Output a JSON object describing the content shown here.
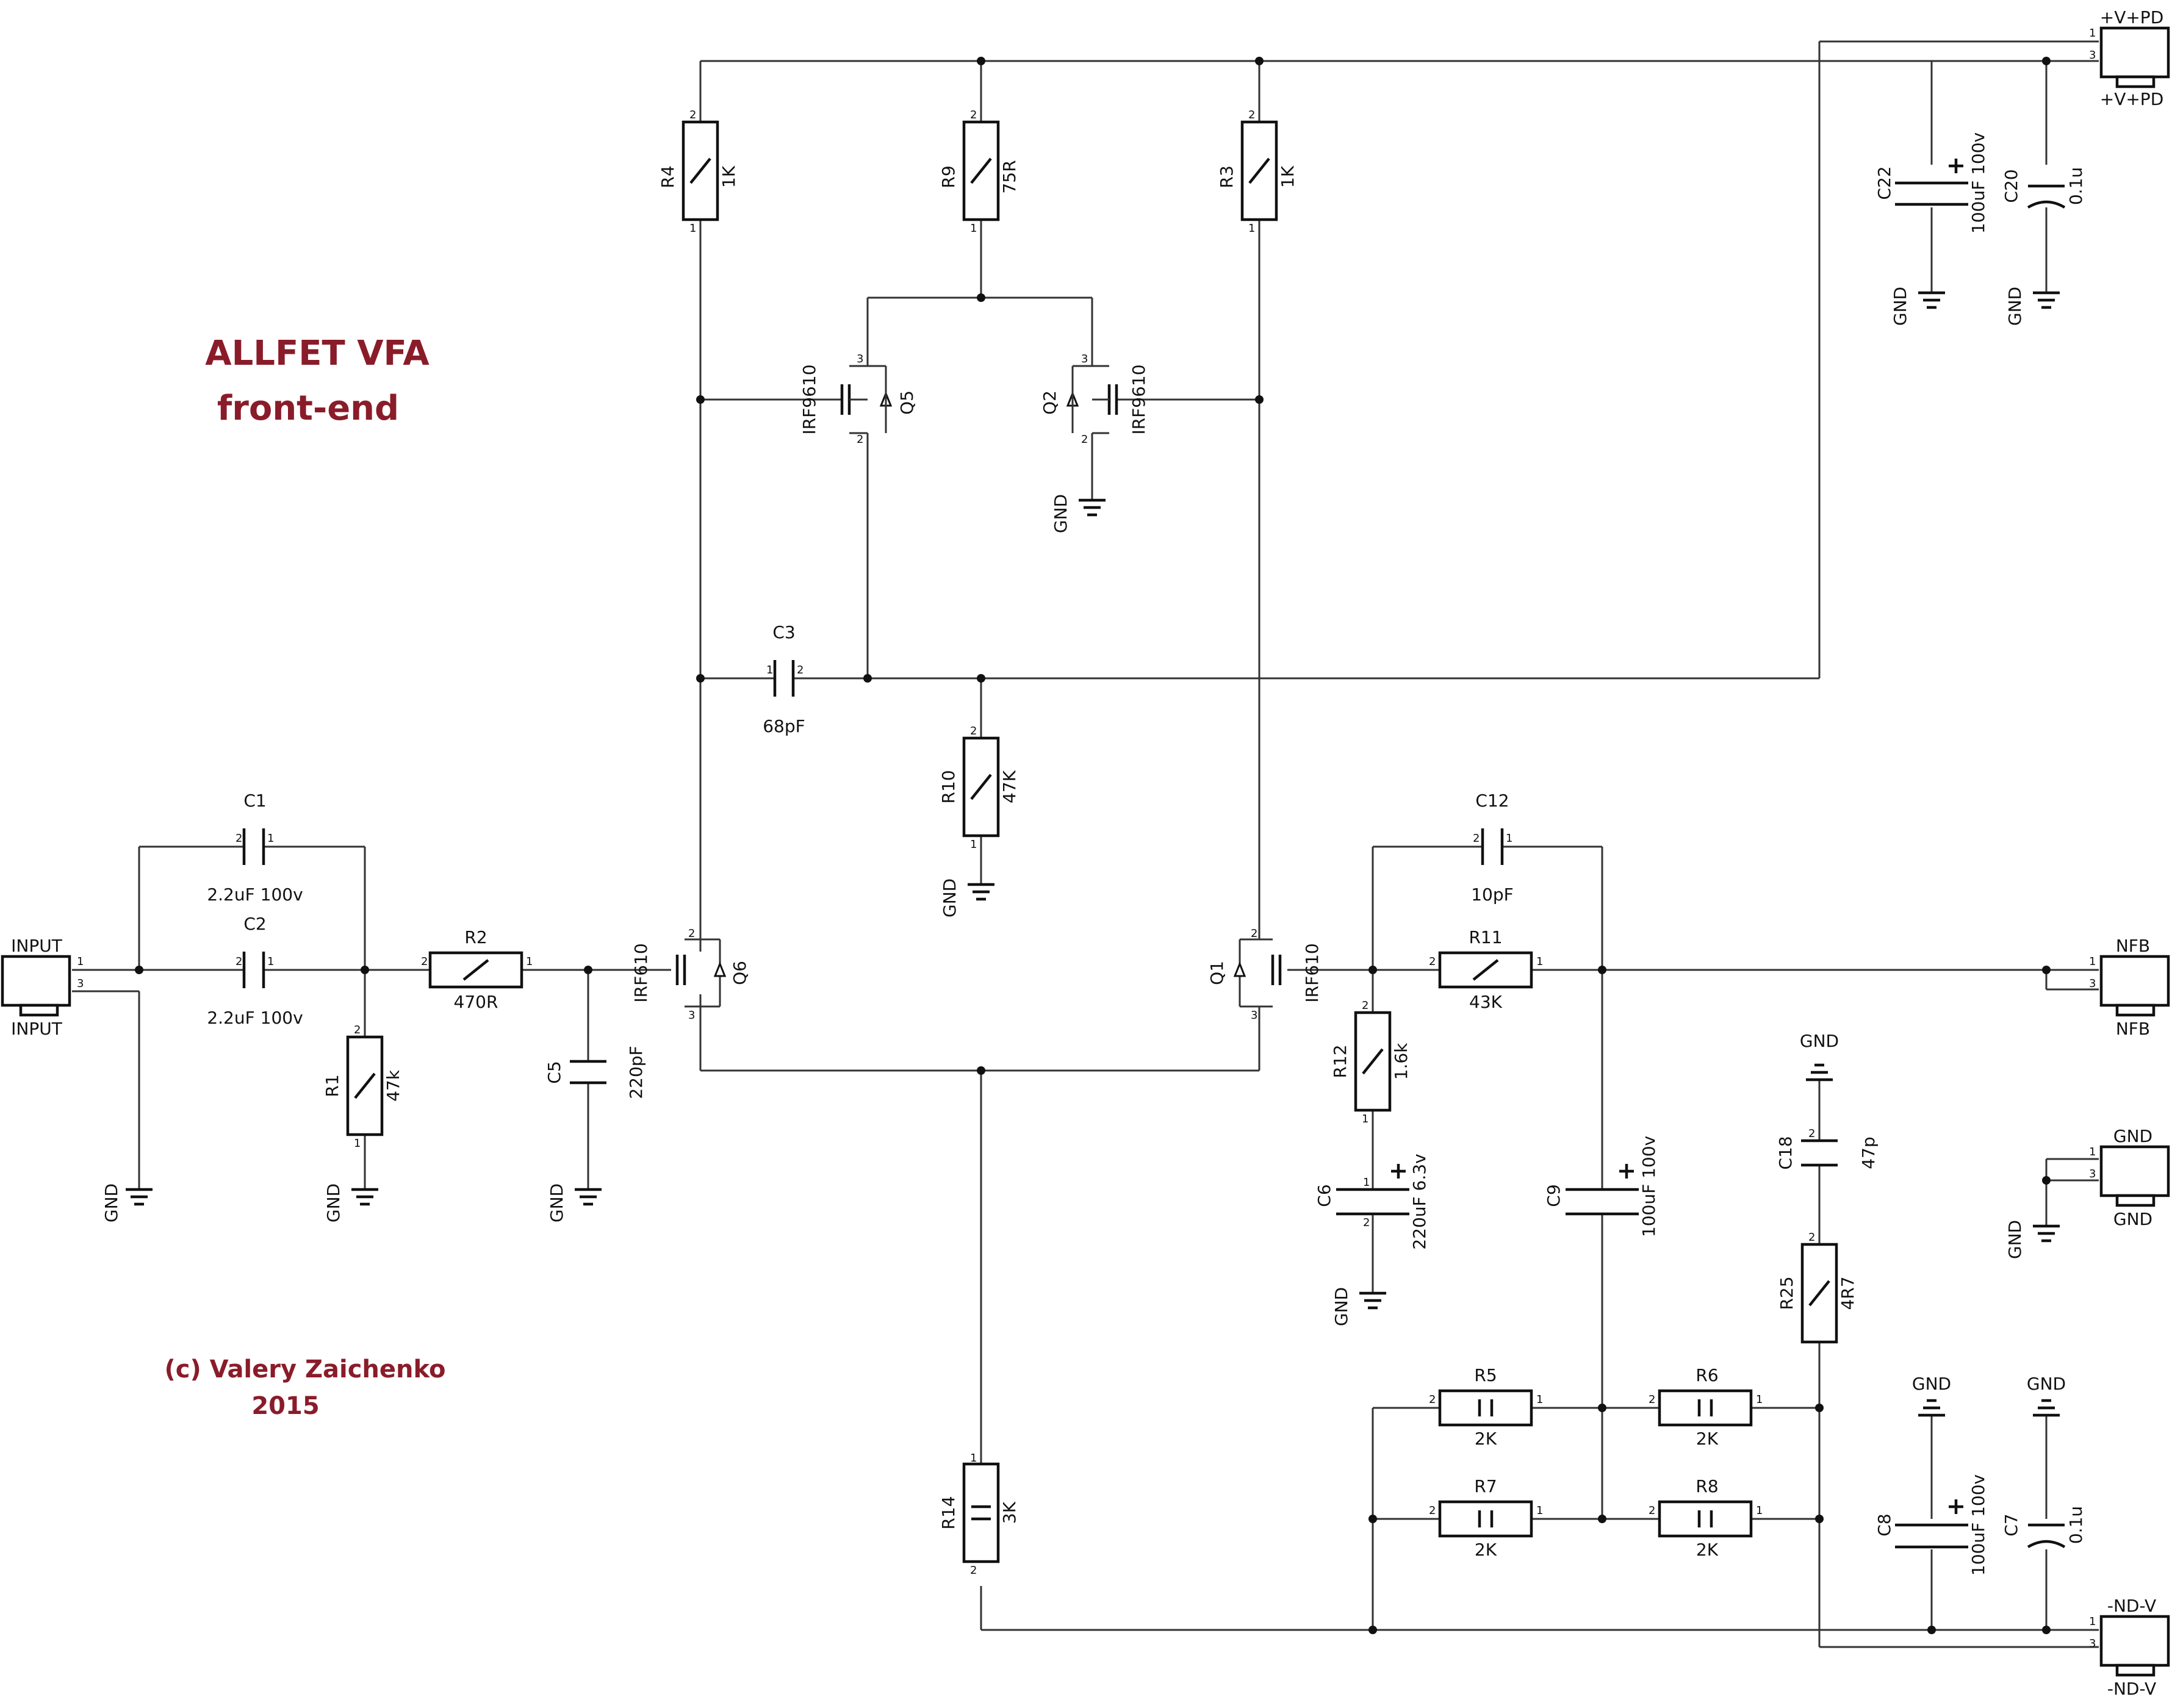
{
  "title": {
    "line1": "ALLFET VFA",
    "line2": "front-end"
  },
  "credit": {
    "line1": "(c) Valery Zaichenko",
    "line2": "2015"
  },
  "connectors": {
    "input": {
      "top": "INPUT",
      "bottom": "INPUT"
    },
    "vpd": {
      "top": "+V+PD",
      "bottom": "+V+PD"
    },
    "nfb": {
      "top": "NFB",
      "bottom": "NFB"
    },
    "gnd": {
      "top": "GND",
      "bottom": "GND"
    },
    "ndv": {
      "top": "-ND-V",
      "bottom": "-ND-V"
    }
  },
  "resistors": {
    "R1": {
      "ref": "R1",
      "value": "47k"
    },
    "R2": {
      "ref": "R2",
      "value": "470R"
    },
    "R3": {
      "ref": "R3",
      "value": "1K"
    },
    "R4": {
      "ref": "R4",
      "value": "1K"
    },
    "R5": {
      "ref": "R5",
      "value": "2K"
    },
    "R6": {
      "ref": "R6",
      "value": "2K"
    },
    "R7": {
      "ref": "R7",
      "value": "2K"
    },
    "R8": {
      "ref": "R8",
      "value": "2K"
    },
    "R9": {
      "ref": "R9",
      "value": "75R"
    },
    "R10": {
      "ref": "R10",
      "value": "47K"
    },
    "R11": {
      "ref": "R11",
      "value": "43K"
    },
    "R12": {
      "ref": "R12",
      "value": "1.6k"
    },
    "R14": {
      "ref": "R14",
      "value": "3K"
    },
    "R25": {
      "ref": "R25",
      "value": "4R7"
    }
  },
  "capacitors": {
    "C1": {
      "ref": "C1",
      "value": "2.2uF 100v"
    },
    "C2": {
      "ref": "C2",
      "value": "2.2uF 100v"
    },
    "C3": {
      "ref": "C3",
      "value": "68pF"
    },
    "C5": {
      "ref": "C5",
      "value": "220pF"
    },
    "C6": {
      "ref": "C6",
      "value": "220uF 6.3v"
    },
    "C7": {
      "ref": "C7",
      "value": "0.1u"
    },
    "C8": {
      "ref": "C8",
      "value": "100uF 100v"
    },
    "C9": {
      "ref": "C9",
      "value": "100uF 100v"
    },
    "C12": {
      "ref": "C12",
      "value": "10pF"
    },
    "C18": {
      "ref": "C18",
      "value": "47p"
    },
    "C20": {
      "ref": "C20",
      "value": "0.1u"
    },
    "C22": {
      "ref": "C22",
      "value": "100uF 100v"
    }
  },
  "transistors": {
    "Q1": {
      "ref": "Q1",
      "part": "IRF610"
    },
    "Q6": {
      "ref": "Q6",
      "part": "IRF610"
    },
    "Q2": {
      "ref": "Q2",
      "part": "IRF9610"
    },
    "Q5": {
      "ref": "Q5",
      "part": "IRF9610"
    }
  },
  "gnd_label": "GND",
  "pins": {
    "p1": "1",
    "p2": "2",
    "p3": "3"
  }
}
